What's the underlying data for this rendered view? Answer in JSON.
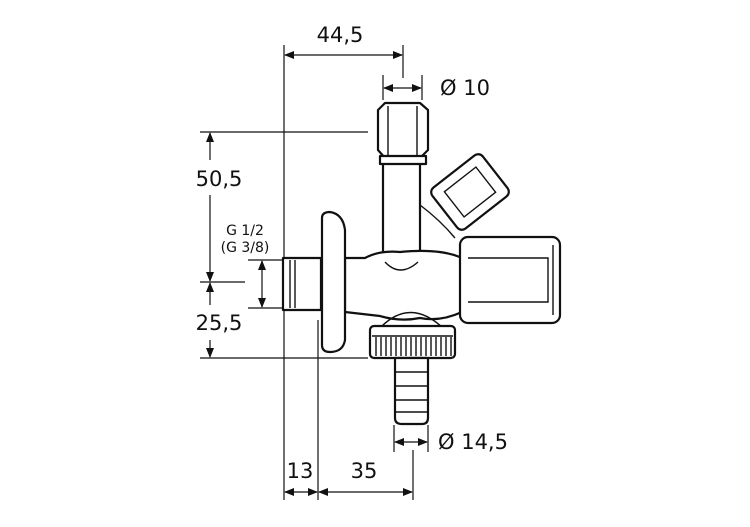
{
  "dimensions": {
    "top_width": "44,5",
    "top_diameter": "Ø 10",
    "upper_height": "50,5",
    "thread_label_1": "G 1/2",
    "thread_label_2": "(G 3/8)",
    "lower_height": "25,5",
    "bottom_diameter": "Ø 14,5",
    "bottom_left": "13",
    "bottom_right": "35"
  }
}
